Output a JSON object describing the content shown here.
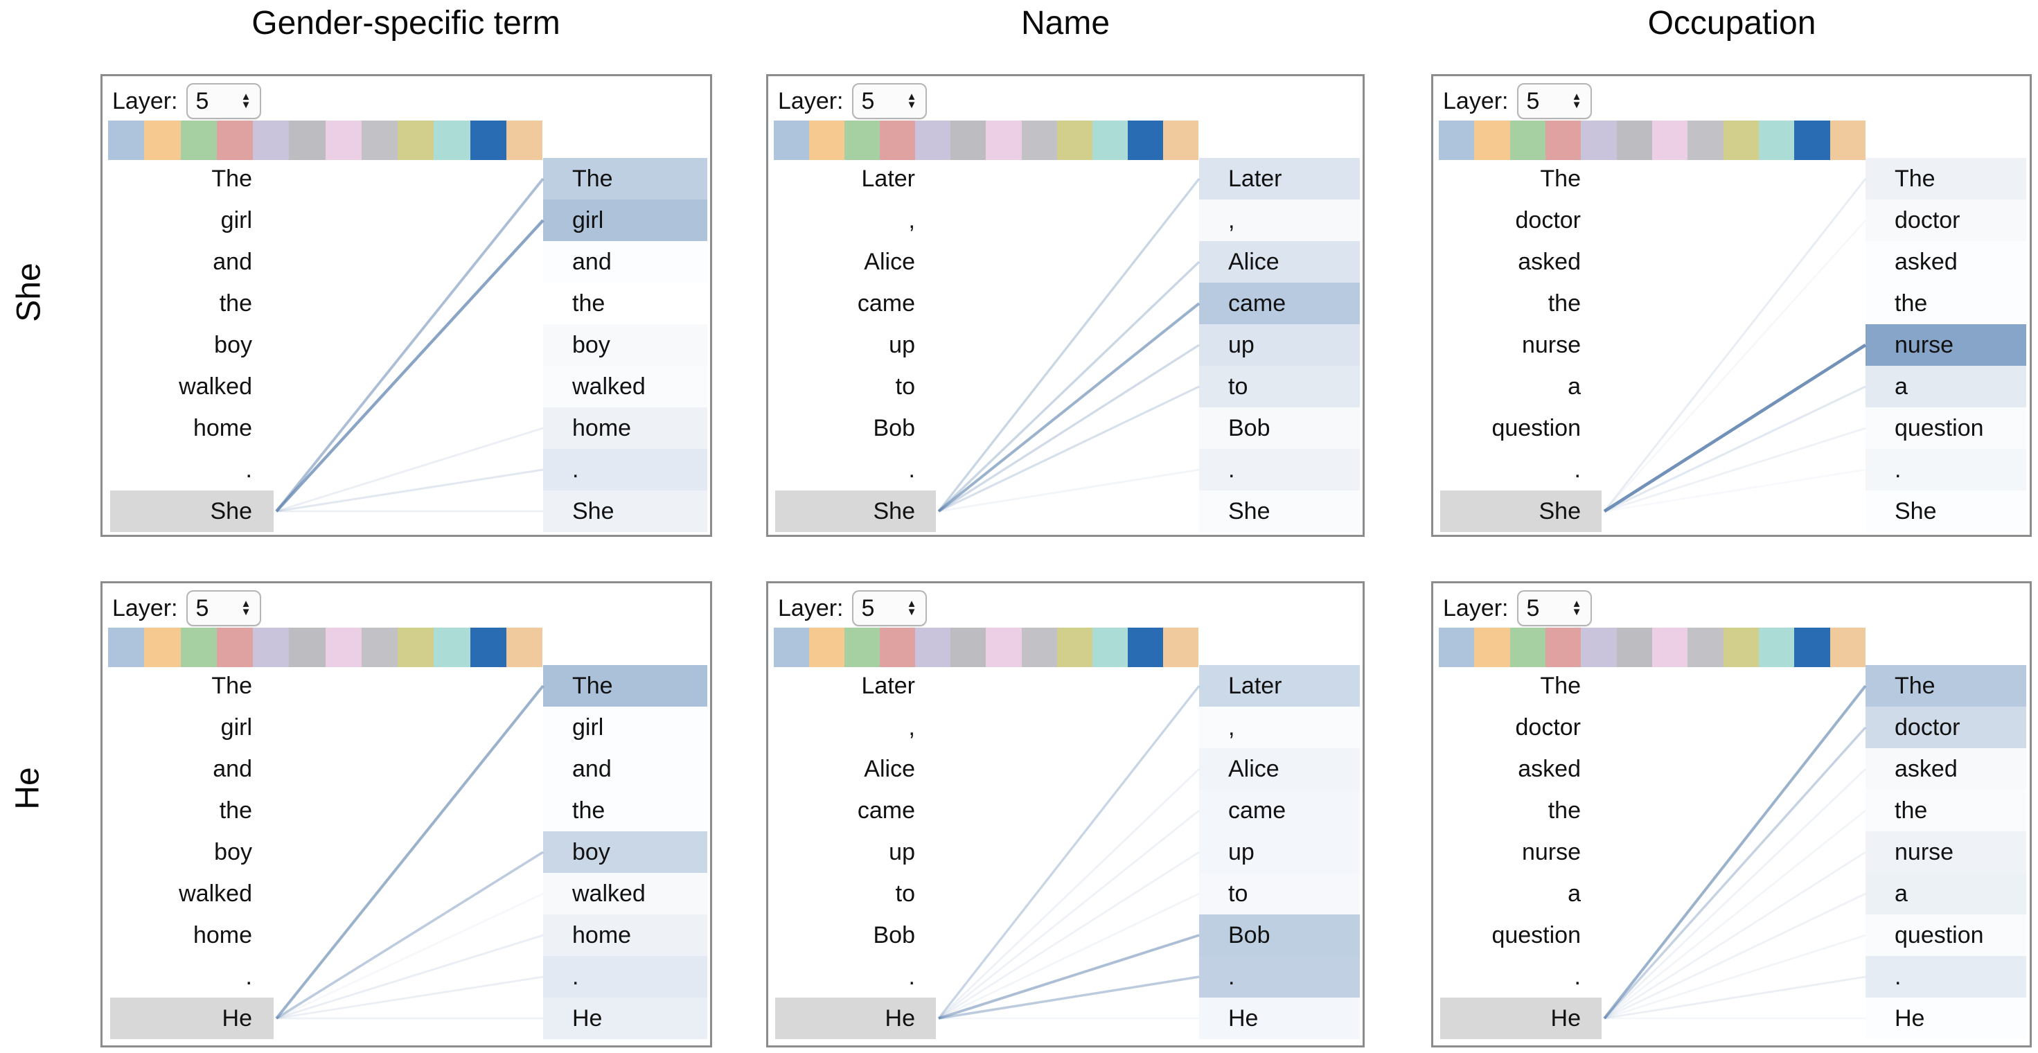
{
  "columns": [
    {
      "label": "Gender-specific term"
    },
    {
      "label": "Name"
    },
    {
      "label": "Occupation"
    }
  ],
  "rows": [
    {
      "label": "She"
    },
    {
      "label": "He"
    }
  ],
  "layer_control": {
    "label": "Layer:",
    "value": "5"
  },
  "head_colors": [
    "#aec4dc",
    "#f5c98f",
    "#a6cfa2",
    "#e0a2a0",
    "#c9c3dc",
    "#bdbdc1",
    "#eccfe5",
    "#c2c2c6",
    "#d2cf8d",
    "#abdcd6",
    "#2a6cb3",
    "#f0c99c"
  ],
  "style": {
    "highlight_rgb": "100,140,185",
    "line_rgb": "88,126,172",
    "selected_token_bg": "#d8d8d8",
    "panel_border": "#8c8c8c"
  },
  "panels": [
    {
      "column": "Gender-specific term",
      "row": "She",
      "layer_label": "Layer:",
      "layer_value": "5",
      "tokens": [
        "The",
        "girl",
        "and",
        "the",
        "boy",
        "walked",
        "home",
        ".",
        "She"
      ],
      "selected_index": 8,
      "selected_token": "She",
      "attention": [
        0.42,
        0.52,
        0.02,
        0.01,
        0.05,
        0.03,
        0.11,
        0.19,
        0.11
      ],
      "lines": [
        0.5,
        0.7,
        0.0,
        0.0,
        0.0,
        0.0,
        0.12,
        0.18,
        0.12
      ]
    },
    {
      "column": "Name",
      "row": "She",
      "layer_label": "Layer:",
      "layer_value": "5",
      "tokens": [
        "Later",
        ",",
        "Alice",
        "came",
        "up",
        "to",
        "Bob",
        ".",
        "She"
      ],
      "selected_index": 8,
      "selected_token": "She",
      "attention": [
        0.23,
        0.05,
        0.23,
        0.46,
        0.23,
        0.18,
        0.05,
        0.1,
        0.03
      ],
      "lines": [
        0.32,
        0.0,
        0.32,
        0.6,
        0.28,
        0.24,
        0.0,
        0.08,
        0.0
      ]
    },
    {
      "column": "Occupation",
      "row": "She",
      "layer_label": "Layer:",
      "layer_value": "5",
      "tokens": [
        "The",
        "doctor",
        "asked",
        "the",
        "nurse",
        "a",
        "question",
        ".",
        "She"
      ],
      "selected_index": 8,
      "selected_token": "She",
      "attention": [
        0.11,
        0.05,
        0.02,
        0.02,
        0.78,
        0.18,
        0.03,
        0.07,
        0.02
      ],
      "lines": [
        0.14,
        0.06,
        0.0,
        0.0,
        0.85,
        0.18,
        0.1,
        0.05,
        0.0
      ]
    },
    {
      "column": "Gender-specific term",
      "row": "He",
      "layer_label": "Layer:",
      "layer_value": "5",
      "tokens": [
        "The",
        "girl",
        "and",
        "the",
        "boy",
        "walked",
        "home",
        ".",
        "He"
      ],
      "selected_index": 8,
      "selected_token": "He",
      "attention": [
        0.54,
        0.02,
        0.02,
        0.02,
        0.35,
        0.05,
        0.11,
        0.19,
        0.14
      ],
      "lines": [
        0.6,
        0.0,
        0.0,
        0.0,
        0.4,
        0.06,
        0.13,
        0.12,
        0.1
      ]
    },
    {
      "column": "Name",
      "row": "He",
      "layer_label": "Layer:",
      "layer_value": "5",
      "tokens": [
        "Later",
        ",",
        "Alice",
        "came",
        "up",
        "to",
        "Bob",
        ".",
        "He"
      ],
      "selected_index": 8,
      "selected_token": "He",
      "attention": [
        0.33,
        0.03,
        0.09,
        0.08,
        0.08,
        0.06,
        0.42,
        0.4,
        0.08
      ],
      "lines": [
        0.33,
        0.0,
        0.1,
        0.1,
        0.1,
        0.08,
        0.5,
        0.4,
        0.06
      ]
    },
    {
      "column": "Occupation",
      "row": "He",
      "layer_label": "Layer:",
      "layer_value": "5",
      "tokens": [
        "The",
        "doctor",
        "asked",
        "the",
        "nurse",
        "a",
        "question",
        ".",
        "He"
      ],
      "selected_index": 8,
      "selected_token": "He",
      "attention": [
        0.47,
        0.31,
        0.05,
        0.03,
        0.1,
        0.12,
        0.03,
        0.17,
        0.02
      ],
      "lines": [
        0.6,
        0.35,
        0.1,
        0.08,
        0.1,
        0.1,
        0.08,
        0.12,
        0.06
      ]
    }
  ]
}
